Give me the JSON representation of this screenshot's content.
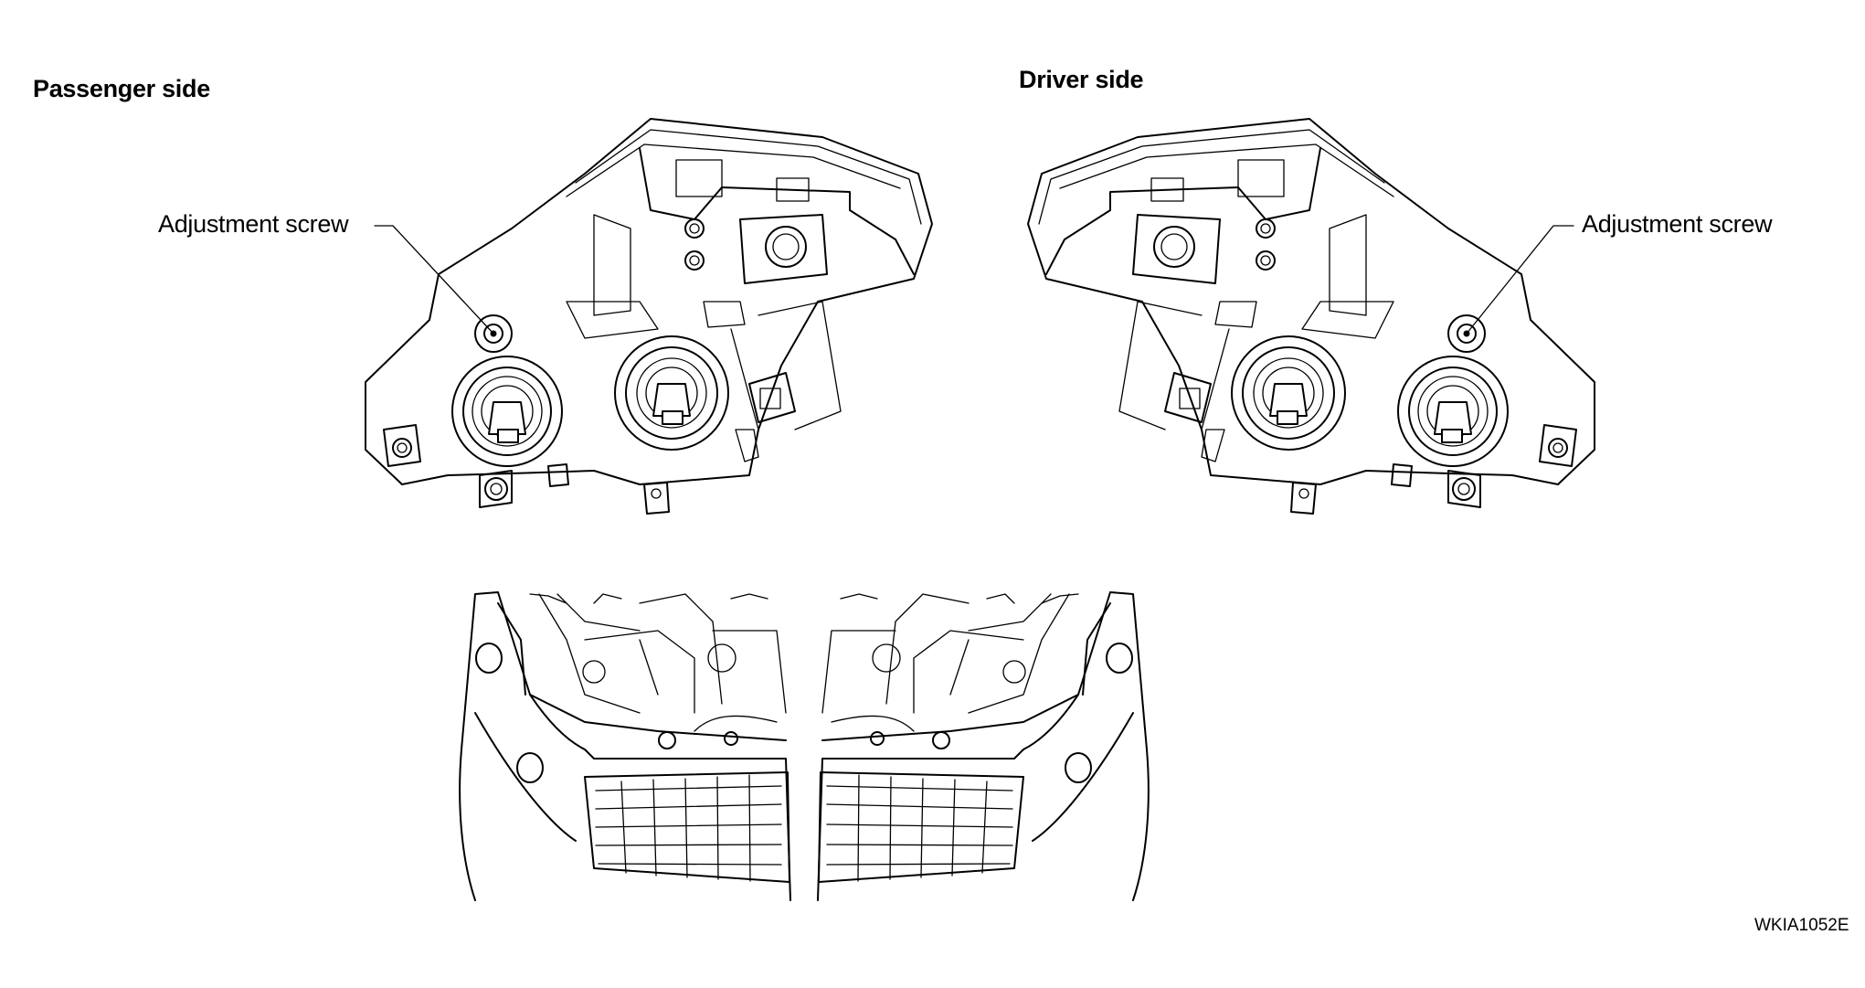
{
  "diagram": {
    "passenger_label": "Passenger side",
    "driver_label": "Driver side",
    "callout_left": "Adjustment screw",
    "callout_right": "Adjustment screw",
    "figure_code": "WKIA1052E"
  }
}
